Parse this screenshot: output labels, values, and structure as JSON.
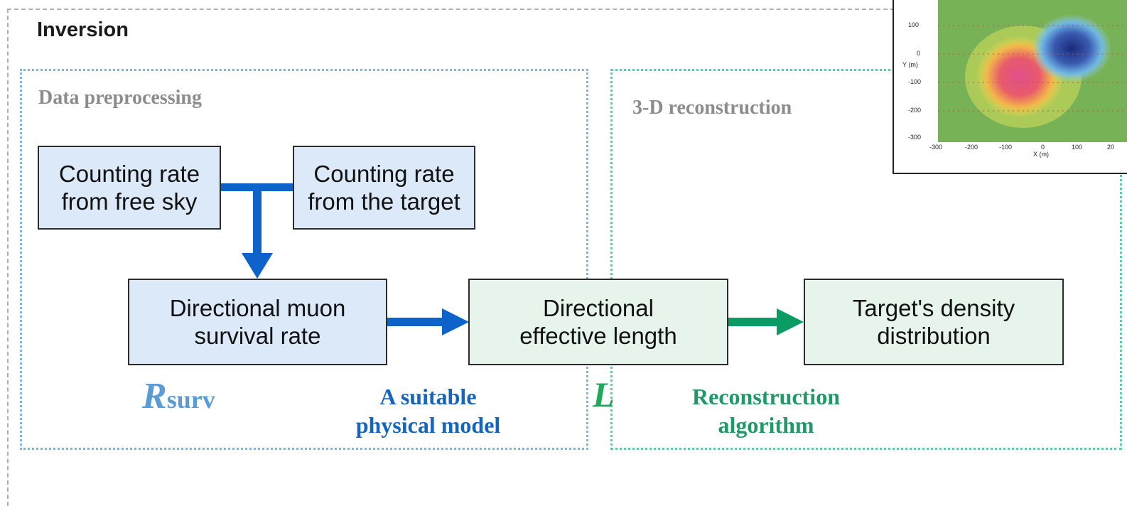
{
  "section_title": "Inversion",
  "zones": {
    "preprocessing": {
      "title": "Data preprocessing"
    },
    "reconstruction": {
      "title": "3-D reconstruction"
    }
  },
  "boxes": {
    "free_sky": "Counting rate\nfrom free sky",
    "target": "Counting rate\nfrom the target",
    "survival": "Directional muon\nsurvival rate",
    "effective_length": "Directional\neffective length",
    "density": "Target's density\ndistribution"
  },
  "labels": {
    "r_symbol": "R",
    "r_subscript": "surv",
    "physical_model": "A suitable\nphysical model",
    "l_symbol": "L",
    "reconstruction_algorithm": "Reconstruction\nalgorithm"
  },
  "colors": {
    "blue_arrow": "#0d63c9",
    "green_arrow": "#0b9c66",
    "r_symbol": "#5b9bd5",
    "l_symbol": "#1fa85a"
  },
  "inset_plot": {
    "ylabel": "Y (m)",
    "xlabel": "X (m)",
    "yticks": [
      "100",
      "0",
      "-100",
      "-200",
      "-300"
    ],
    "xticks": [
      "-300",
      "-200",
      "-100",
      "0",
      "100",
      "20"
    ]
  }
}
